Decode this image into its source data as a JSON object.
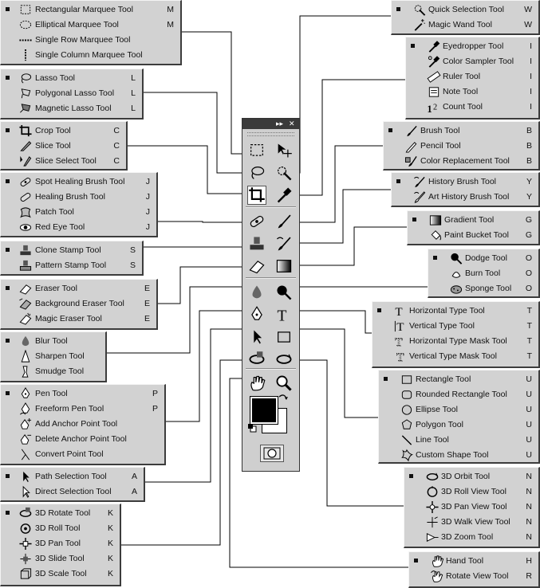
{
  "left_groups": [
    {
      "id": "marquee",
      "items": [
        {
          "icon": "rect-marquee-icon",
          "label": "Rectangular Marquee Tool",
          "key": "M",
          "active": true
        },
        {
          "icon": "ellipse-marquee-icon",
          "label": "Elliptical Marquee Tool",
          "key": "M"
        },
        {
          "icon": "row-marquee-icon",
          "label": "Single Row Marquee Tool",
          "key": ""
        },
        {
          "icon": "column-marquee-icon",
          "label": "Single Column Marquee Tool",
          "key": ""
        }
      ]
    },
    {
      "id": "lasso",
      "items": [
        {
          "icon": "lasso-icon",
          "label": "Lasso Tool",
          "key": "L",
          "active": true
        },
        {
          "icon": "polygonal-lasso-icon",
          "label": "Polygonal Lasso Tool",
          "key": "L"
        },
        {
          "icon": "magnetic-lasso-icon",
          "label": "Magnetic Lasso Tool",
          "key": "L"
        }
      ]
    },
    {
      "id": "crop",
      "items": [
        {
          "icon": "crop-icon",
          "label": "Crop Tool",
          "key": "C",
          "active": true
        },
        {
          "icon": "slice-icon",
          "label": "Slice Tool",
          "key": "C"
        },
        {
          "icon": "slice-select-icon",
          "label": "Slice Select Tool",
          "key": "C"
        }
      ]
    },
    {
      "id": "healing",
      "items": [
        {
          "icon": "spot-healing-icon",
          "label": "Spot Healing Brush Tool",
          "key": "J",
          "active": true
        },
        {
          "icon": "healing-brush-icon",
          "label": "Healing Brush Tool",
          "key": "J"
        },
        {
          "icon": "patch-icon",
          "label": "Patch Tool",
          "key": "J"
        },
        {
          "icon": "red-eye-icon",
          "label": "Red Eye Tool",
          "key": "J"
        }
      ]
    },
    {
      "id": "stamp",
      "items": [
        {
          "icon": "clone-stamp-icon",
          "label": "Clone Stamp Tool",
          "key": "S",
          "active": true
        },
        {
          "icon": "pattern-stamp-icon",
          "label": "Pattern Stamp Tool",
          "key": "S"
        }
      ]
    },
    {
      "id": "eraser",
      "items": [
        {
          "icon": "eraser-icon",
          "label": "Eraser Tool",
          "key": "E",
          "active": true
        },
        {
          "icon": "background-eraser-icon",
          "label": "Background Eraser Tool",
          "key": "E"
        },
        {
          "icon": "magic-eraser-icon",
          "label": "Magic Eraser Tool",
          "key": "E"
        }
      ]
    },
    {
      "id": "blur",
      "items": [
        {
          "icon": "blur-icon",
          "label": "Blur Tool",
          "key": "",
          "active": true
        },
        {
          "icon": "sharpen-icon",
          "label": "Sharpen Tool",
          "key": ""
        },
        {
          "icon": "smudge-icon",
          "label": "Smudge Tool",
          "key": ""
        }
      ]
    },
    {
      "id": "pen",
      "items": [
        {
          "icon": "pen-icon",
          "label": "Pen Tool",
          "key": "P",
          "active": true
        },
        {
          "icon": "freeform-pen-icon",
          "label": "Freeform Pen Tool",
          "key": "P"
        },
        {
          "icon": "add-anchor-icon",
          "label": "Add Anchor Point Tool",
          "key": ""
        },
        {
          "icon": "delete-anchor-icon",
          "label": "Delete Anchor Point Tool",
          "key": ""
        },
        {
          "icon": "convert-point-icon",
          "label": "Convert Point Tool",
          "key": ""
        }
      ]
    },
    {
      "id": "path-select",
      "items": [
        {
          "icon": "path-selection-icon",
          "label": "Path Selection Tool",
          "key": "A",
          "active": true
        },
        {
          "icon": "direct-selection-icon",
          "label": "Direct Selection Tool",
          "key": "A"
        }
      ]
    },
    {
      "id": "3d-object",
      "items": [
        {
          "icon": "3d-rotate-icon",
          "label": "3D Rotate Tool",
          "key": "K",
          "active": true
        },
        {
          "icon": "3d-roll-icon",
          "label": "3D Roll Tool",
          "key": "K"
        },
        {
          "icon": "3d-pan-icon",
          "label": "3D Pan Tool",
          "key": "K"
        },
        {
          "icon": "3d-slide-icon",
          "label": "3D Slide Tool",
          "key": "K"
        },
        {
          "icon": "3d-scale-icon",
          "label": "3D Scale Tool",
          "key": "K"
        }
      ]
    }
  ],
  "right_groups": [
    {
      "id": "quick-select",
      "items": [
        {
          "icon": "quick-selection-icon",
          "label": "Quick Selection Tool",
          "key": "W",
          "active": true
        },
        {
          "icon": "magic-wand-icon",
          "label": "Magic Wand Tool",
          "key": "W"
        }
      ]
    },
    {
      "id": "eyedropper",
      "items": [
        {
          "icon": "eyedropper-icon",
          "label": "Eyedropper Tool",
          "key": "I",
          "active": true
        },
        {
          "icon": "color-sampler-icon",
          "label": "Color Sampler Tool",
          "key": "I"
        },
        {
          "icon": "ruler-icon",
          "label": "Ruler Tool",
          "key": "I"
        },
        {
          "icon": "note-icon",
          "label": "Note Tool",
          "key": "I"
        },
        {
          "icon": "count-icon",
          "label": "Count Tool",
          "key": "I"
        }
      ]
    },
    {
      "id": "brush",
      "items": [
        {
          "icon": "brush-icon",
          "label": "Brush Tool",
          "key": "B",
          "active": true
        },
        {
          "icon": "pencil-icon",
          "label": "Pencil Tool",
          "key": "B"
        },
        {
          "icon": "color-replacement-icon",
          "label": "Color Replacement Tool",
          "key": "B"
        }
      ]
    },
    {
      "id": "history",
      "items": [
        {
          "icon": "history-brush-icon",
          "label": "History Brush Tool",
          "key": "Y",
          "active": true
        },
        {
          "icon": "art-history-brush-icon",
          "label": "Art History Brush Tool",
          "key": "Y"
        }
      ]
    },
    {
      "id": "gradient",
      "items": [
        {
          "icon": "gradient-icon",
          "label": "Gradient Tool",
          "key": "G",
          "active": true
        },
        {
          "icon": "paint-bucket-icon",
          "label": "Paint Bucket Tool",
          "key": "G"
        }
      ]
    },
    {
      "id": "dodge",
      "items": [
        {
          "icon": "dodge-icon",
          "label": "Dodge Tool",
          "key": "O",
          "active": true
        },
        {
          "icon": "burn-icon",
          "label": "Burn Tool",
          "key": "O"
        },
        {
          "icon": "sponge-icon",
          "label": "Sponge Tool",
          "key": "O"
        }
      ]
    },
    {
      "id": "type",
      "items": [
        {
          "icon": "horizontal-type-icon",
          "label": "Horizontal Type Tool",
          "key": "T",
          "active": true
        },
        {
          "icon": "vertical-type-icon",
          "label": "Vertical Type Tool",
          "key": "T"
        },
        {
          "icon": "horizontal-type-mask-icon",
          "label": "Horizontal Type Mask Tool",
          "key": "T"
        },
        {
          "icon": "vertical-type-mask-icon",
          "label": "Vertical Type Mask Tool",
          "key": "T"
        }
      ]
    },
    {
      "id": "shape",
      "items": [
        {
          "icon": "rectangle-icon",
          "label": "Rectangle Tool",
          "key": "U",
          "active": true
        },
        {
          "icon": "rounded-rectangle-icon",
          "label": "Rounded Rectangle Tool",
          "key": "U"
        },
        {
          "icon": "ellipse-icon",
          "label": "Ellipse Tool",
          "key": "U"
        },
        {
          "icon": "polygon-icon",
          "label": "Polygon Tool",
          "key": "U"
        },
        {
          "icon": "line-icon",
          "label": "Line Tool",
          "key": "U"
        },
        {
          "icon": "custom-shape-icon",
          "label": "Custom Shape Tool",
          "key": "U"
        }
      ]
    },
    {
      "id": "3d-camera",
      "items": [
        {
          "icon": "3d-orbit-icon",
          "label": "3D Orbit Tool",
          "key": "N",
          "active": true
        },
        {
          "icon": "3d-roll-view-icon",
          "label": "3D Roll View Tool",
          "key": "N"
        },
        {
          "icon": "3d-pan-view-icon",
          "label": "3D Pan View Tool",
          "key": "N"
        },
        {
          "icon": "3d-walk-view-icon",
          "label": "3D Walk View Tool",
          "key": "N"
        },
        {
          "icon": "3d-zoom-icon",
          "label": "3D Zoom Tool",
          "key": "N"
        }
      ]
    },
    {
      "id": "hand",
      "items": [
        {
          "icon": "hand-icon",
          "label": "Hand Tool",
          "key": "H",
          "active": true
        },
        {
          "icon": "rotate-view-icon",
          "label": "Rotate View Tool",
          "key": "R"
        }
      ]
    }
  ],
  "toolbox": {
    "title_glyphs": "▸▸",
    "close_glyph": "✕",
    "tools": [
      "rect-marquee-icon",
      "move-icon",
      "lasso-icon",
      "quick-selection-icon",
      "crop-icon",
      "eyedropper-icon",
      "spot-healing-icon",
      "brush-icon",
      "clone-stamp-icon",
      "history-brush-icon",
      "eraser-icon",
      "gradient-icon",
      "blur-icon",
      "dodge-icon",
      "pen-icon",
      "horizontal-type-icon",
      "path-selection-icon",
      "rectangle-icon",
      "3d-rotate-icon",
      "3d-orbit-icon",
      "hand-icon",
      "zoom-icon"
    ],
    "colors": {
      "foreground": "#000000",
      "background": "#ffffff"
    },
    "quick_mask_icon": "quick-mask-icon"
  }
}
